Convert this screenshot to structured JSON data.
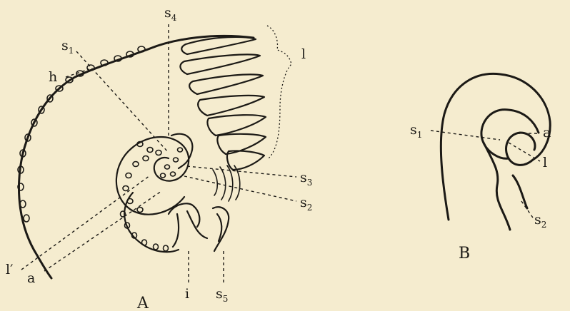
{
  "panel_a": {
    "caption": "A",
    "labels": {
      "s1": {
        "letter": "s",
        "sub": "1"
      },
      "s2": {
        "letter": "s",
        "sub": "2"
      },
      "s3": {
        "letter": "s",
        "sub": "3"
      },
      "s4": {
        "letter": "s",
        "sub": "4"
      },
      "s5": {
        "letter": "s",
        "sub": "5"
      },
      "h": "h",
      "l": "l",
      "l_prime": "l′",
      "a": "a",
      "i": "i"
    }
  },
  "panel_b": {
    "caption": "B",
    "labels": {
      "s1": {
        "letter": "s",
        "sub": "1"
      },
      "s2": {
        "letter": "s",
        "sub": "2"
      },
      "a": "a",
      "l": "l"
    }
  }
}
